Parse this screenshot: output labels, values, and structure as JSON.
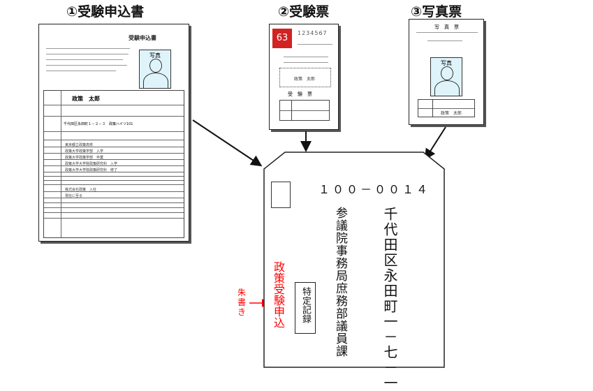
{
  "headings": {
    "application_form": "①受験申込書",
    "exam_ticket": "②受験票",
    "photo_ticket": "③写真票"
  },
  "application_form": {
    "title": "受験申込書",
    "photo_label": "写真",
    "name": "政策　太郎",
    "address": "千代田区永田町１－２－３　政策ハイツ101",
    "school_rows": [
      "東京都立政策高校",
      "政策大学政策学部　入学",
      "政策大学政策学部　卒業",
      "政策大学大学院政策研究科　入学",
      "政策大学大学院政策研究科　修了"
    ],
    "work_rows": [
      "株式会社政策　入社",
      "現在に至る"
    ]
  },
  "exam_ticket": {
    "number": "63",
    "digits": "1234567",
    "heading": "受　験　票",
    "name": "政策　太郎"
  },
  "photo_ticket": {
    "heading": "写　真　票",
    "photo_label": "写真",
    "name": "政策　太郎"
  },
  "envelope": {
    "postal_code": "１００－００１４",
    "address": "千代田区永田町一－七－一",
    "recipient": "参議院事務局庶務部議員課",
    "red_note": "政策受験申込",
    "special_mail": "特定記録",
    "red_label": "朱書き"
  },
  "colors": {
    "red": "#ff0000",
    "border": "#222222",
    "photo_bg": "#dff4fa"
  }
}
